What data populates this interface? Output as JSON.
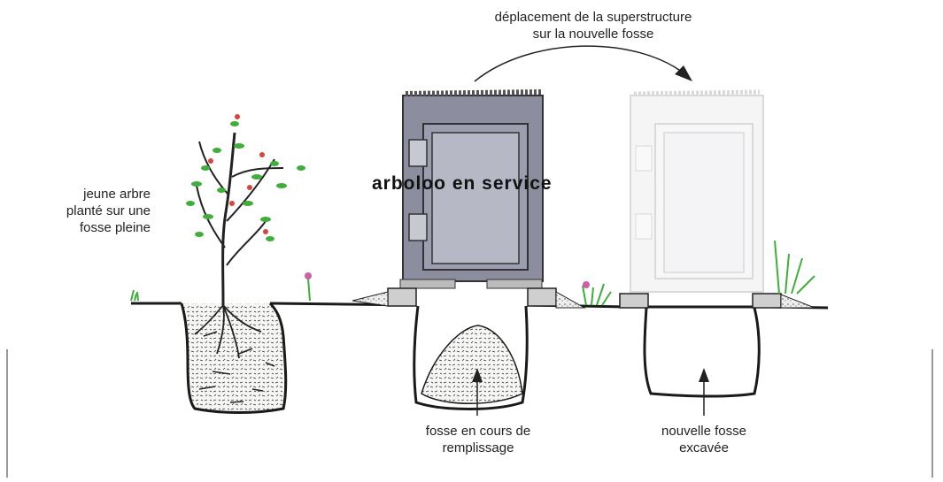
{
  "labels": {
    "move_line1": "déplacement de la superstructure",
    "move_line2": "sur la nouvelle fosse",
    "tree_line1": "jeune arbre",
    "tree_line2": "planté sur une",
    "tree_line3": "fosse pleine",
    "in_service": "arboloo en service",
    "filling_line1": "fosse en cours de",
    "filling_line2": "remplissage",
    "new_line1": "nouvelle fosse",
    "new_line2": "excavée"
  },
  "colors": {
    "soil_line": "#1a1a1a",
    "hut_frame": "#8c8d9e",
    "hut_panel": "#b7b8c6",
    "hut_faded": "#d8d8dc",
    "leaf_green": "#3fae3a",
    "flower_red": "#d8453a",
    "flower_pink": "#cc5fa8",
    "concrete_block": "#cfcfcf"
  }
}
